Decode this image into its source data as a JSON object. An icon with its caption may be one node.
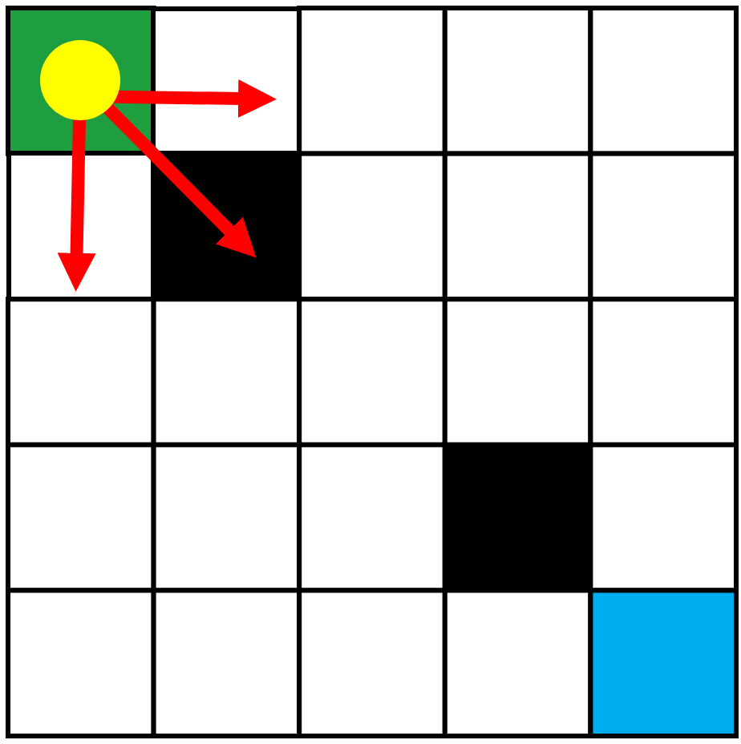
{
  "diagram": {
    "nodes": [
      {
        "text": [],
        "shape": "circle"
      },
      {
        "text": [],
        "shape": "box"
      },
      {
        "text": [],
        "shape": "box"
      },
      {
        "text": [],
        "shape": "box"
      }
    ],
    "edges": [
      {
        "from": 0,
        "to": 1,
        "arrow": "to"
      },
      {
        "from": 0,
        "to": 3,
        "arrow": "to"
      },
      {
        "from": 0,
        "to": 2,
        "arrow": "to"
      }
    ]
  }
}
